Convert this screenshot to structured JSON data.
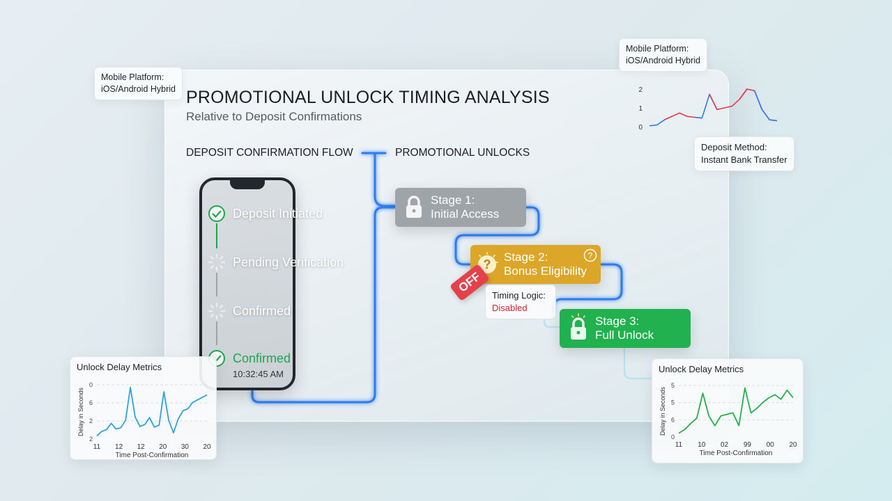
{
  "header": {
    "title": "PROMOTIONAL UNLOCK TIMING ANALYSIS",
    "subtitle": "Relative to Deposit Confirmations"
  },
  "sections": {
    "left": "DEPOSIT CONFIRMATION FLOW",
    "right": "PROMOTIONAL UNLOCKS"
  },
  "notes": {
    "platform_left": [
      "Mobile Platform:",
      "iOS/Android Hybrid"
    ],
    "platform_right": [
      "Mobile Platform:",
      "iOS/Android Hybrid"
    ],
    "deposit_method": [
      "Deposit Method:",
      "Instant Bank Transfer"
    ]
  },
  "phone": {
    "steps": [
      {
        "label": "Deposit Initiated",
        "state": "done"
      },
      {
        "label": "Pending Verification",
        "state": "loading"
      },
      {
        "label": "Confirmed",
        "state": "loading"
      },
      {
        "label": "Confirmed",
        "state": "done"
      }
    ],
    "timestamp": "10:32:45 AM"
  },
  "stages": [
    {
      "line1": "Stage 1:",
      "line2": "Initial Access",
      "color": "#9fa4a8",
      "icon": "lock-icon"
    },
    {
      "line1": "Stage 2:",
      "line2": "Bonus Eligibility",
      "color": "#dca629",
      "icon": "question-icon"
    },
    {
      "line1": "Stage 3:",
      "line2": "Full Unlock",
      "color": "#22b14f",
      "icon": "lock-icon"
    }
  ],
  "timing_logic": {
    "badge": "OFF",
    "label": "Timing Logic:",
    "value": "Disabled",
    "value_color": "#d8232f"
  },
  "colors": {
    "flow_line": "#2d7df0",
    "green": "#1fa64d",
    "red_line": "#e53b4a"
  },
  "chart_data": [
    {
      "type": "line",
      "title": "Unlock Delay Metrics",
      "xlabel": "Time Post-Confirmation",
      "ylabel": "Delay in Seconds",
      "x_ticks": [
        "11",
        "12",
        "12",
        "20",
        "30",
        "20"
      ],
      "y_ticks": [
        "0",
        "6",
        "2",
        "2"
      ],
      "color": "#2da3e0",
      "grid": true,
      "series": [
        {
          "values": [
            0.5,
            1.2,
            1.5,
            2.5,
            1.6,
            1.8,
            3.0,
            8.2,
            3.5,
            2.0,
            2.3,
            3.4,
            1.9,
            2.2,
            7.5,
            3.0,
            1.0,
            3.2,
            4.5,
            4.8,
            5.8,
            6.2,
            6.6,
            7.0
          ]
        }
      ]
    },
    {
      "type": "line",
      "color": "#e53b4a",
      "y_ticks": [
        "2",
        "1",
        "0"
      ],
      "ylim": [
        0,
        2.2
      ],
      "series": [
        {
          "values": [
            0.05,
            0.1,
            0.4,
            0.6,
            0.8,
            0.6,
            0.55,
            0.5,
            1.9,
            1.0,
            1.1,
            1.2,
            1.6,
            2.2,
            2.1,
            1.0,
            0.4,
            0.35
          ]
        }
      ]
    },
    {
      "type": "line",
      "title": "Unlock Delay Metrics",
      "xlabel": "Time Post-Confirmation",
      "ylabel": "Delay in Seconds",
      "x_ticks": [
        "11",
        "10",
        "02",
        "99",
        "00",
        "20"
      ],
      "y_ticks": [
        "5",
        "5",
        "6",
        "0"
      ],
      "color": "#23b24c",
      "grid": true,
      "series": [
        {
          "values": [
            0.5,
            1.0,
            1.8,
            2.5,
            5.8,
            2.8,
            1.5,
            2.8,
            3.0,
            3.2,
            1.5,
            6.5,
            3.2,
            3.8,
            4.6,
            5.2,
            5.6,
            5.0,
            6.2,
            5.2
          ]
        }
      ]
    }
  ]
}
